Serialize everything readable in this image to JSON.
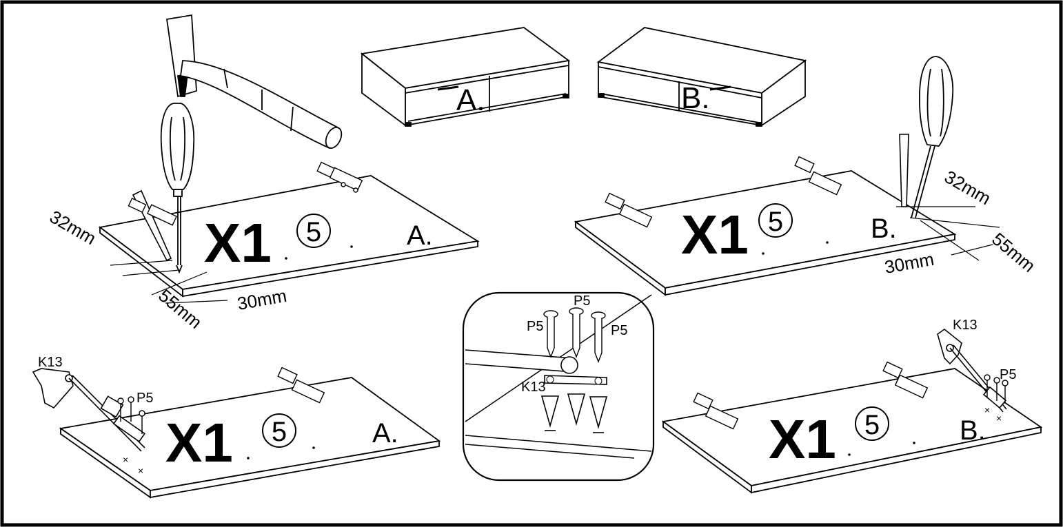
{
  "labels": {
    "x1": "X1",
    "step": "5",
    "letter_a": "A.",
    "letter_b": "B.",
    "dim_32": "32mm",
    "dim_55": "55mm",
    "dim_30": "30mm",
    "part_k13": "K13",
    "part_p5": "P5"
  },
  "colors": {
    "ink": "#000000",
    "paper": "#ffffff"
  }
}
